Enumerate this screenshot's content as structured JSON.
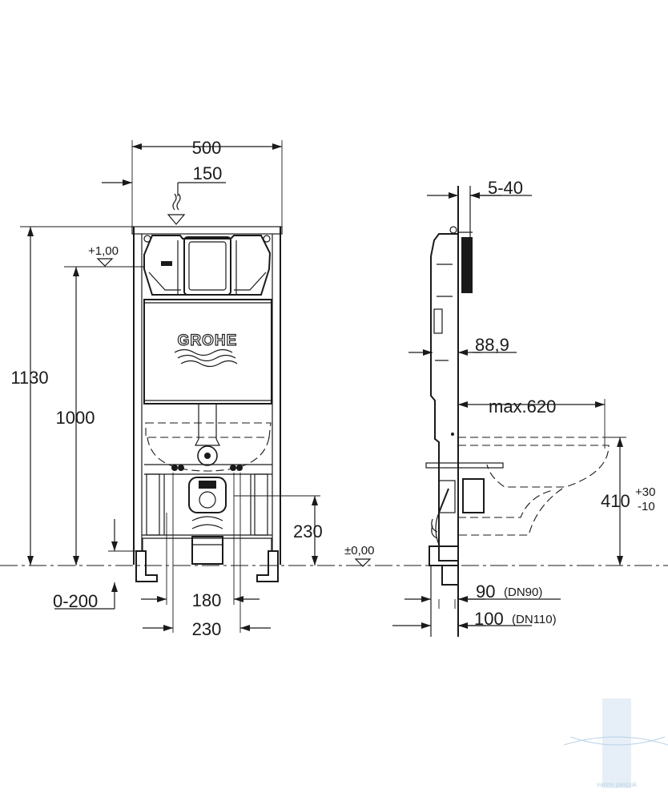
{
  "brand": {
    "logo_text": "GROHE"
  },
  "front_view": {
    "dims": {
      "width": "500",
      "inlet_offset": "150",
      "level_mark": "+1,00",
      "total_height": "1130",
      "height": "1000",
      "floor_adjust": "0-200",
      "drain_height": "230",
      "bolt_spacing_inner": "180",
      "bolt_spacing_outer": "230"
    }
  },
  "side_view": {
    "dims": {
      "wall_thickness": "5-40",
      "depth": "88,9",
      "projection": "max.620",
      "floor_level": "±0,00",
      "bolt_height_base": "410",
      "tolerance_plus": "+30",
      "tolerance_minus": "-10",
      "pipe_90_value": "90",
      "pipe_90_dn": "(DN90)",
      "pipe_100_value": "100",
      "pipe_100_dn": "(DN110)"
    }
  },
  "watermark": {
    "text": "vanno paspuk"
  },
  "colors": {
    "line": "#1a1a1a",
    "watermark": "#b9d2e6",
    "background": "#ffffff"
  }
}
